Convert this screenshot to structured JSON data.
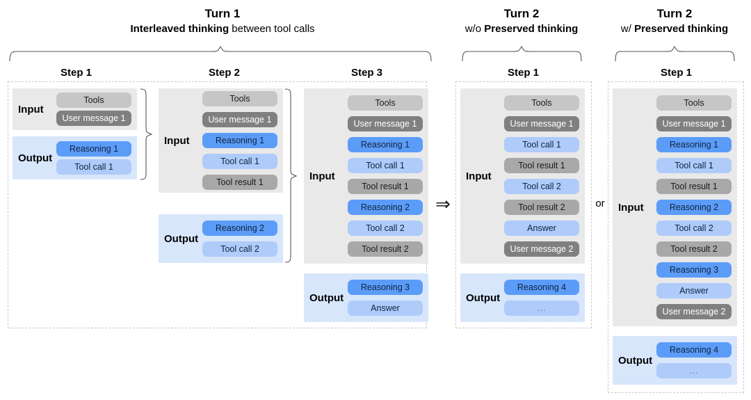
{
  "groups": [
    {
      "id": "turn1",
      "title": "Turn 1",
      "subtitle_bold": "Interleaved thinking",
      "subtitle_rest": " between tool calls"
    },
    {
      "id": "turn2-wo",
      "title": "Turn 2",
      "subtitle_lead": "w/o ",
      "subtitle_bold": "Preserved thinking",
      "subtitle_rest": ""
    },
    {
      "id": "turn2-w",
      "title": "Turn 2",
      "subtitle_lead": "w/ ",
      "subtitle_bold": "Preserved thinking",
      "subtitle_rest": ""
    }
  ],
  "steps": {
    "t1s1": "Step 1",
    "t1s2": "Step 2",
    "t1s3": "Step 3",
    "t2wo": "Step 1",
    "t2w": "Step 1"
  },
  "labels": {
    "input": "Input",
    "output": "Output",
    "or": "or",
    "arrow": "⇒"
  },
  "columns": {
    "t1s1": {
      "input": [
        "Tools",
        "User message 1"
      ],
      "output": [
        "Reasoning 1",
        "Tool call 1"
      ]
    },
    "t1s2": {
      "input": [
        "Tools",
        "User message 1",
        "Reasoning 1",
        "Tool call 1",
        "Tool result 1"
      ],
      "output": [
        "Reasoning 2",
        "Tool call 2"
      ]
    },
    "t1s3": {
      "input": [
        "Tools",
        "User message 1",
        "Reasoning 1",
        "Tool call 1",
        "Tool result 1",
        "Reasoning 2",
        "Tool call 2",
        "Tool result 2"
      ],
      "output": [
        "Reasoning 3",
        "Answer"
      ]
    },
    "t2wo": {
      "input": [
        "Tools",
        "User message 1",
        "Tool call 1",
        "Tool result 1",
        "Tool call 2",
        "Tool result 2",
        "Answer",
        "User message 2"
      ],
      "output": [
        "Reasoning 4",
        "..."
      ]
    },
    "t2w": {
      "input": [
        "Tools",
        "User message 1",
        "Reasoning 1",
        "Tool call 1",
        "Tool result 1",
        "Reasoning 2",
        "Tool call 2",
        "Tool result 2",
        "Reasoning 3",
        "Answer",
        "User message 2"
      ],
      "output": [
        "Reasoning 4",
        "..."
      ]
    }
  },
  "colors": {
    "tools": "#c6c6c6",
    "user_message": "#808080",
    "reasoning": "#5b9cf8",
    "tool_call": "#aecbfa",
    "tool_result": "#a8a8a8",
    "answer": "#aecbfa",
    "input_panel": "#e9e9e9",
    "output_panel": "#d7e6fb",
    "dashed_border": "#c9c9c9"
  }
}
